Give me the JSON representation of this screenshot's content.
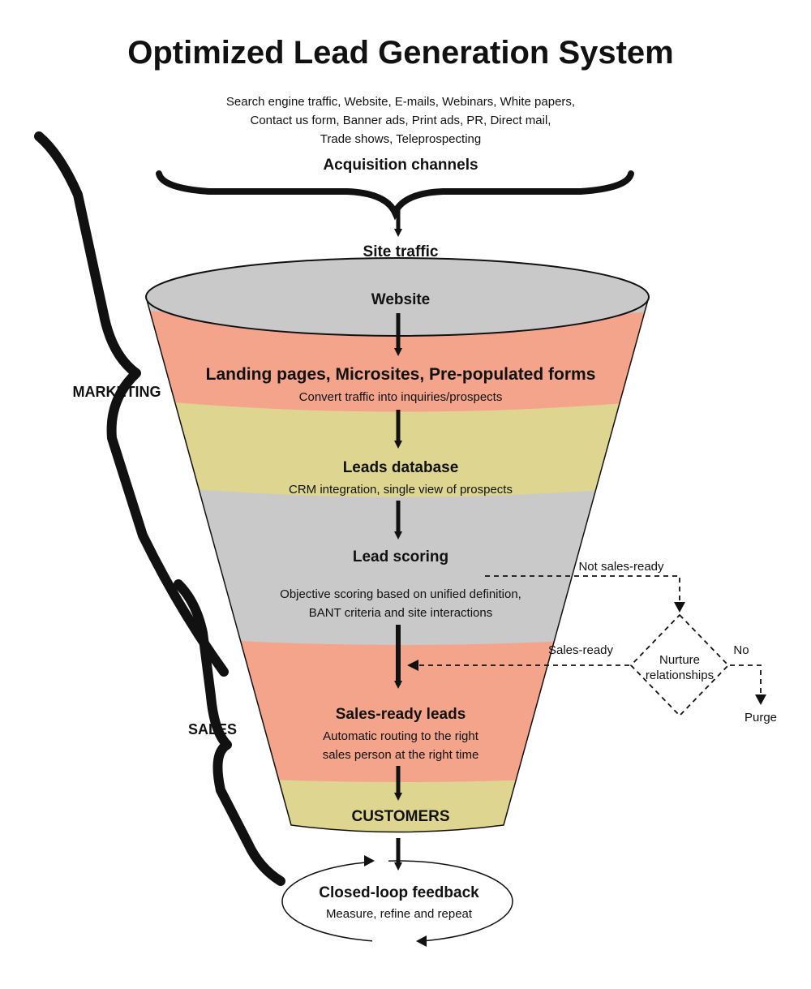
{
  "title": "Optimized Lead Generation System",
  "acquisition": {
    "channels_lines": [
      "Search engine traffic, Website, E-mails, Webinars, White papers,",
      "Contact us form, Banner ads, Print ads, PR, Direct mail,",
      "Trade shows, Teleprospecting"
    ],
    "heading": "Acquisition channels"
  },
  "site_traffic": "Site traffic",
  "side_labels": {
    "marketing": "MARKETING",
    "sales": "SALES"
  },
  "funnel": {
    "website": "Website",
    "landing": {
      "title": "Landing pages, Microsites, Pre-populated forms",
      "sub": "Convert traffic into inquiries/prospects"
    },
    "database": {
      "title": "Leads database",
      "sub": "CRM integration, single view of prospects"
    },
    "scoring": {
      "title": "Lead scoring",
      "sub_lines": [
        "Objective scoring based on unified definition,",
        "BANT criteria and site interactions"
      ]
    },
    "sales_ready": {
      "title": "Sales-ready leads",
      "sub_lines": [
        "Automatic routing to the right",
        "sales person at the right time"
      ]
    },
    "customers": "CUSTOMERS"
  },
  "nurture": {
    "not_ready": "Not sales-ready",
    "ready": "Sales-ready",
    "diamond_lines": [
      "Nurture",
      "relationships"
    ],
    "no": "No",
    "purge": "Purge"
  },
  "feedback": {
    "title": "Closed-loop feedback",
    "sub": "Measure, refine and repeat"
  },
  "colors": {
    "gray": "#c9c9c9",
    "salmon": "#f4a48b",
    "khaki": "#ded690",
    "ink": "#111111"
  }
}
